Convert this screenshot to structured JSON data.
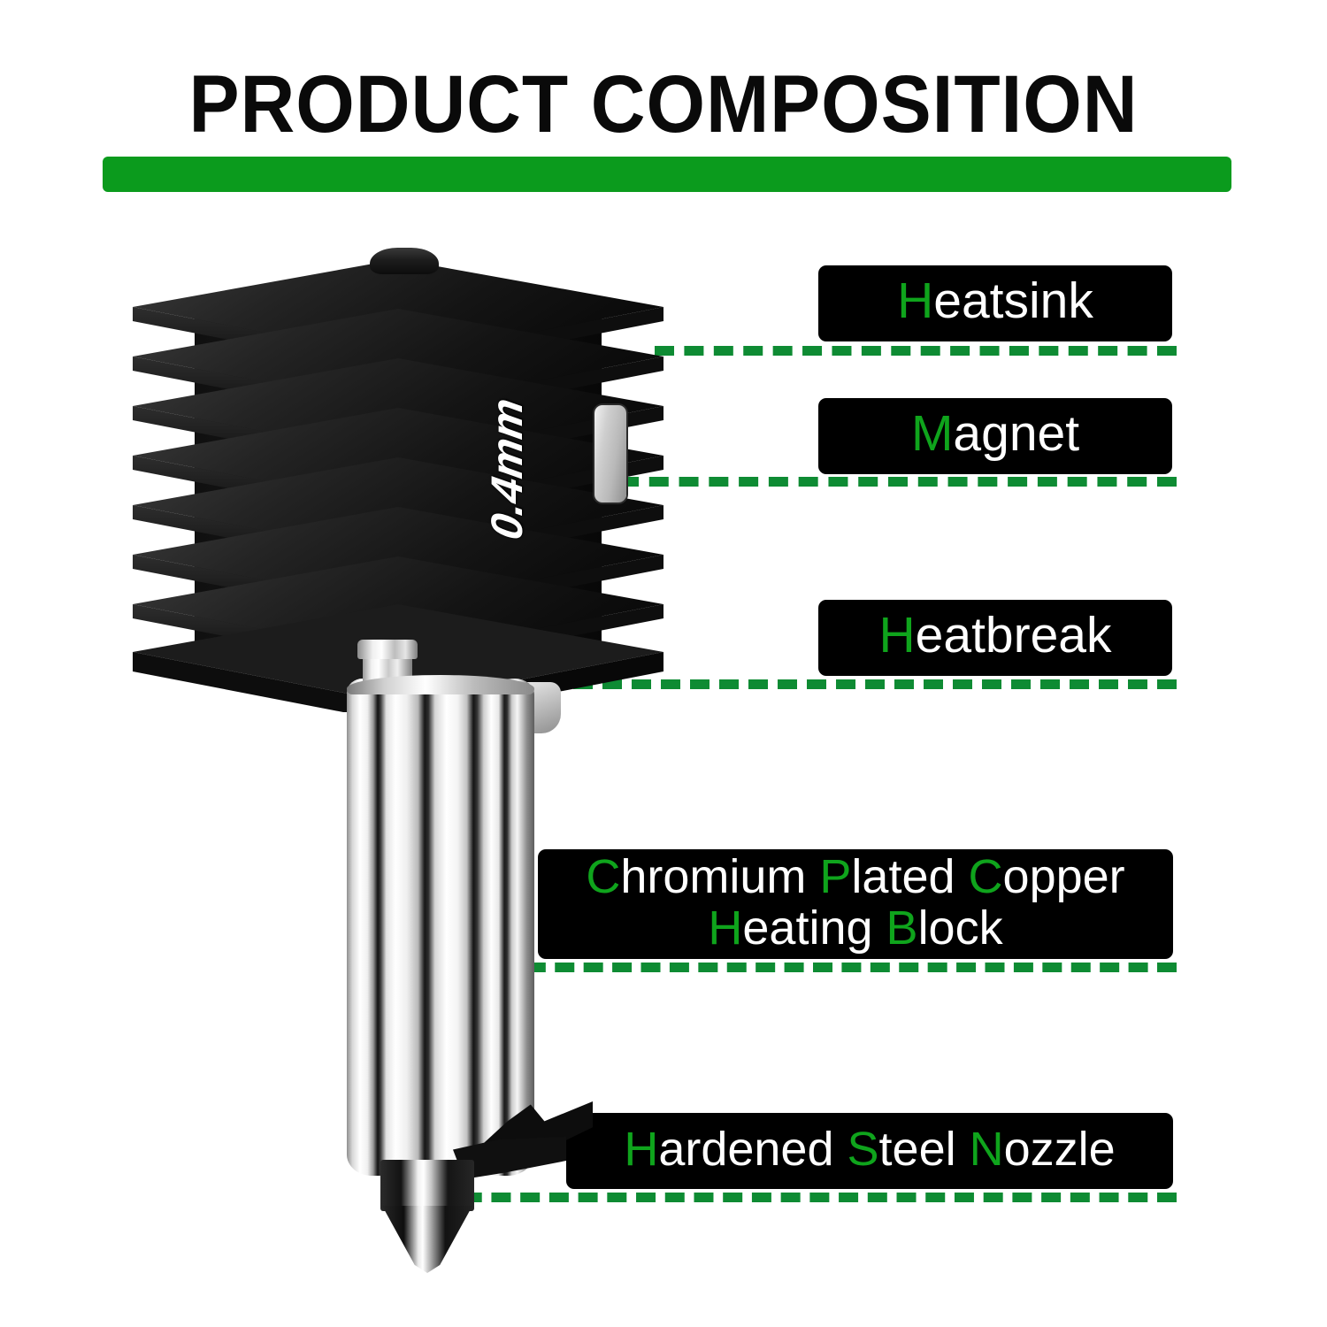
{
  "page": {
    "background": "#ffffff",
    "accent_green": "#0B9B1D",
    "text_green": "#0FA41C",
    "label_bg": "#000000",
    "label_text": "#ffffff"
  },
  "header": {
    "title": "PRODUCT COMPOSITION"
  },
  "product": {
    "nozzle_size_marking": "0.4mm",
    "parts": [
      {
        "id": "heatsink",
        "icon": "heatsink-icon"
      },
      {
        "id": "magnet",
        "icon": "magnet-icon"
      },
      {
        "id": "heatbreak",
        "icon": "heatbreak-icon"
      },
      {
        "id": "heating-block",
        "icon": "heating-block-icon"
      },
      {
        "id": "nozzle",
        "icon": "nozzle-icon"
      }
    ]
  },
  "callouts": [
    {
      "id": "heatsink",
      "lines": [
        {
          "highlight": "H",
          "rest": "eatsink"
        }
      ],
      "full_text": "Heatsink"
    },
    {
      "id": "magnet",
      "lines": [
        {
          "highlight": "M",
          "rest": "agnet"
        }
      ],
      "full_text": "Magnet"
    },
    {
      "id": "heatbreak",
      "lines": [
        {
          "highlight": "H",
          "rest": "eatbreak"
        }
      ],
      "full_text": "Heatbreak"
    },
    {
      "id": "heating-block",
      "lines": [
        {
          "highlight": "C",
          "rest": "hromium ",
          "highlight2": "P",
          "rest2": "lated ",
          "highlight3": "C",
          "rest3": "opper"
        },
        {
          "highlight": "H",
          "rest": "eating ",
          "highlight2": "B",
          "rest2": "lock"
        }
      ],
      "full_text": "Chromium Plated Copper Heating Block"
    },
    {
      "id": "nozzle",
      "lines": [
        {
          "highlight": "H",
          "rest": "ardened ",
          "highlight2": "S",
          "rest2": "teel ",
          "highlight3": "N",
          "rest3": "ozzle"
        }
      ],
      "full_text": "Hardened Steel Nozzle"
    }
  ]
}
